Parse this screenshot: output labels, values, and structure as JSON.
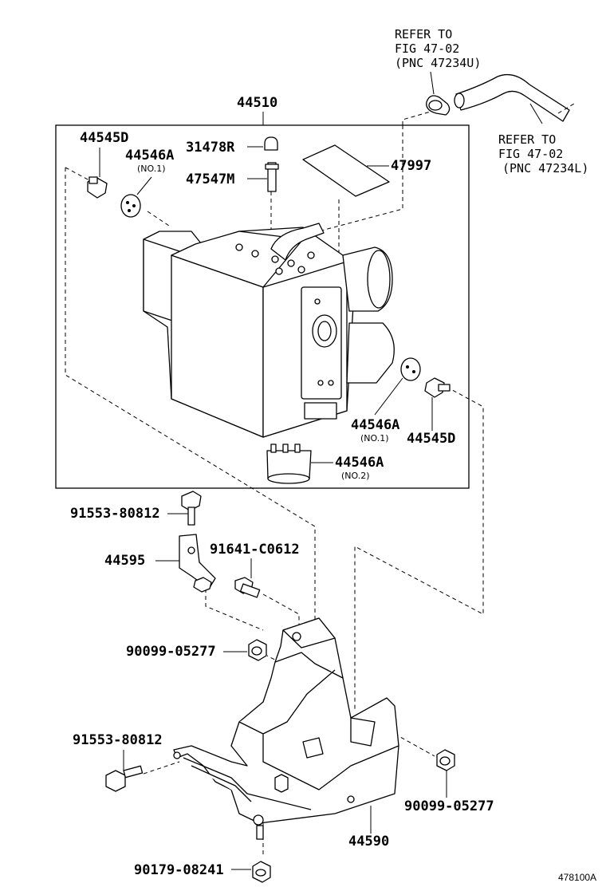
{
  "references": {
    "top": {
      "line1": "REFER TO",
      "line2": "FIG 47-02",
      "line3": "(PNC 47234U)"
    },
    "right": {
      "line1": "REFER TO",
      "line2": "FIG 47-02",
      "line3": "(PNC 47234L)"
    }
  },
  "parts": {
    "actuator_assy": "44510",
    "cap_left": "44545D",
    "cushion_left": "44546A",
    "cushion_left_note": "(NO.1)",
    "plug": "31478R",
    "hose_joint": "47547M",
    "label_plate": "47997",
    "cushion_right": "44546A",
    "cushion_right_note": "(NO.1)",
    "cap_right": "44545D",
    "cushion_bottom": "44546A",
    "cushion_bottom_note": "(NO.2)",
    "bolt_upper": "91553-80812",
    "bracket": "44595",
    "bolt_flange": "91641-C0612",
    "nut_upper": "90099-05277",
    "bolt_lower": "91553-80812",
    "nut_lower": "90099-05277",
    "main_bracket": "44590",
    "bottom_bolt": "90179-08241"
  },
  "figure_code": "478100A"
}
